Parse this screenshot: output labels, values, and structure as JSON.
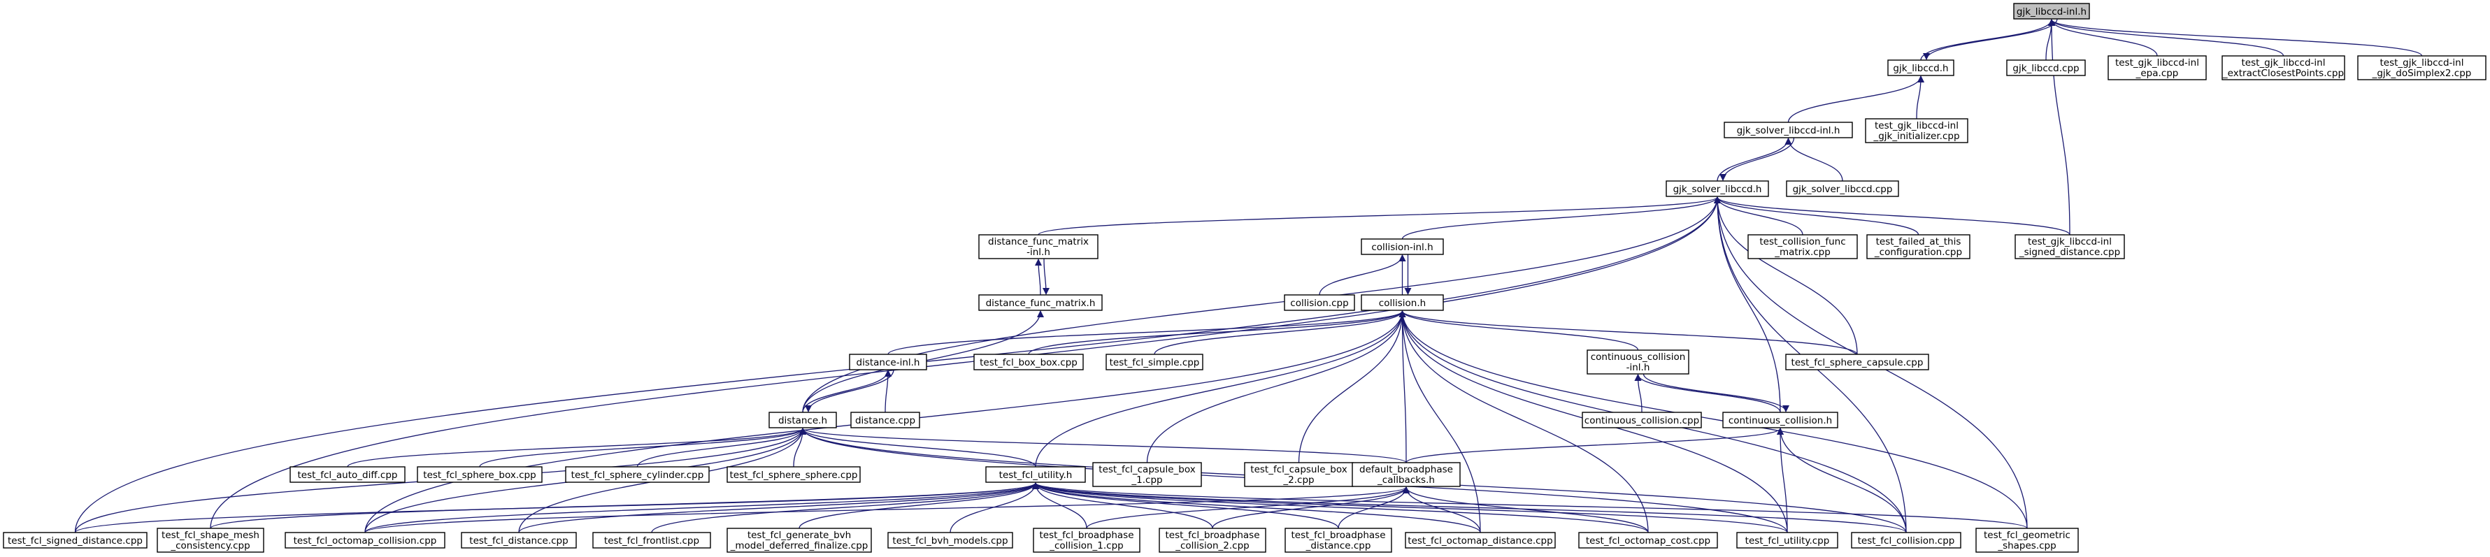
{
  "nodes": [
    {
      "id": "root",
      "lines": [
        "gjk_libccd-inl.h"
      ]
    },
    {
      "id": "gjk_libccd_h",
      "lines": [
        "gjk_libccd.h"
      ]
    },
    {
      "id": "gjk_libccd_cpp",
      "lines": [
        "gjk_libccd.cpp"
      ]
    },
    {
      "id": "t_epa",
      "lines": [
        "test_gjk_libccd-inl",
        "_epa.cpp"
      ]
    },
    {
      "id": "t_extract",
      "lines": [
        "test_gjk_libccd-inl",
        "_extractClosestPoints.cpp"
      ]
    },
    {
      "id": "t_dosimplex",
      "lines": [
        "test_gjk_libccd-inl",
        "_gjk_doSimplex2.cpp"
      ]
    },
    {
      "id": "gsl_inl",
      "lines": [
        "gjk_solver_libccd-inl.h"
      ]
    },
    {
      "id": "t_init",
      "lines": [
        "test_gjk_libccd-inl",
        "_gjk_initializer.cpp"
      ]
    },
    {
      "id": "gsl_h",
      "lines": [
        "gjk_solver_libccd.h"
      ]
    },
    {
      "id": "gsl_cpp",
      "lines": [
        "gjk_solver_libccd.cpp"
      ]
    },
    {
      "id": "dfm_inl",
      "lines": [
        "distance_func_matrix",
        "-inl.h"
      ]
    },
    {
      "id": "coll_inl",
      "lines": [
        "collision-inl.h"
      ]
    },
    {
      "id": "t_cfm",
      "lines": [
        "test_collision_func",
        "_matrix.cpp"
      ]
    },
    {
      "id": "t_failed",
      "lines": [
        "test_failed_at_this",
        "_configuration.cpp"
      ]
    },
    {
      "id": "t_sd_inl",
      "lines": [
        "test_gjk_libccd-inl",
        "_signed_distance.cpp"
      ]
    },
    {
      "id": "dfm_h",
      "lines": [
        "distance_func_matrix.h"
      ]
    },
    {
      "id": "coll_cpp",
      "lines": [
        "collision.cpp"
      ]
    },
    {
      "id": "coll_h",
      "lines": [
        "collision.h"
      ]
    },
    {
      "id": "dist_inl",
      "lines": [
        "distance-inl.h"
      ]
    },
    {
      "id": "t_boxbox",
      "lines": [
        "test_fcl_box_box.cpp"
      ]
    },
    {
      "id": "t_simple",
      "lines": [
        "test_fcl_simple.cpp"
      ]
    },
    {
      "id": "cc_inl",
      "lines": [
        "continuous_collision",
        "-inl.h"
      ]
    },
    {
      "id": "t_sphcap",
      "lines": [
        "test_fcl_sphere_capsule.cpp"
      ]
    },
    {
      "id": "dist_h",
      "lines": [
        "distance.h"
      ]
    },
    {
      "id": "dist_cpp",
      "lines": [
        "distance.cpp"
      ]
    },
    {
      "id": "cc_cpp",
      "lines": [
        "continuous_collision.cpp"
      ]
    },
    {
      "id": "cc_h",
      "lines": [
        "continuous_collision.h"
      ]
    },
    {
      "id": "t_autodiff",
      "lines": [
        "test_fcl_auto_diff.cpp"
      ]
    },
    {
      "id": "t_sphbox",
      "lines": [
        "test_fcl_sphere_box.cpp"
      ]
    },
    {
      "id": "t_sphcyl",
      "lines": [
        "test_fcl_sphere_cylinder.cpp"
      ]
    },
    {
      "id": "t_sphsph",
      "lines": [
        "test_fcl_sphere_sphere.cpp"
      ]
    },
    {
      "id": "util_h",
      "lines": [
        "test_fcl_utility.h"
      ]
    },
    {
      "id": "t_capbox1",
      "lines": [
        "test_fcl_capsule_box",
        "_1.cpp"
      ]
    },
    {
      "id": "t_capbox2",
      "lines": [
        "test_fcl_capsule_box",
        "_2.cpp"
      ]
    },
    {
      "id": "dbc_h",
      "lines": [
        "default_broadphase",
        "_callbacks.h"
      ]
    },
    {
      "id": "t_sd",
      "lines": [
        "test_fcl_signed_distance.cpp"
      ]
    },
    {
      "id": "t_shapemesh",
      "lines": [
        "test_fcl_shape_mesh",
        "_consistency.cpp"
      ]
    },
    {
      "id": "t_octcoll",
      "lines": [
        "test_fcl_octomap_collision.cpp"
      ]
    },
    {
      "id": "t_distance",
      "lines": [
        "test_fcl_distance.cpp"
      ]
    },
    {
      "id": "t_frontlist",
      "lines": [
        "test_fcl_frontlist.cpp"
      ]
    },
    {
      "id": "t_genbvh",
      "lines": [
        "test_fcl_generate_bvh",
        "_model_deferred_finalize.cpp"
      ]
    },
    {
      "id": "t_bvh",
      "lines": [
        "test_fcl_bvh_models.cpp"
      ]
    },
    {
      "id": "t_bpc1",
      "lines": [
        "test_fcl_broadphase",
        "_collision_1.cpp"
      ]
    },
    {
      "id": "t_bpc2",
      "lines": [
        "test_fcl_broadphase",
        "_collision_2.cpp"
      ]
    },
    {
      "id": "t_bpd",
      "lines": [
        "test_fcl_broadphase",
        "_distance.cpp"
      ]
    },
    {
      "id": "t_octdist",
      "lines": [
        "test_fcl_octomap_distance.cpp"
      ]
    },
    {
      "id": "t_octcost",
      "lines": [
        "test_fcl_octomap_cost.cpp"
      ]
    },
    {
      "id": "t_utilcpp",
      "lines": [
        "test_fcl_utility.cpp"
      ]
    },
    {
      "id": "t_coll",
      "lines": [
        "test_fcl_collision.cpp"
      ]
    },
    {
      "id": "t_geom",
      "lines": [
        "test_fcl_geometric",
        "_shapes.cpp"
      ]
    }
  ],
  "edges": [
    [
      "gjk_libccd_h",
      "root"
    ],
    [
      "gjk_libccd_cpp",
      "root"
    ],
    [
      "t_epa",
      "root"
    ],
    [
      "t_extract",
      "root"
    ],
    [
      "t_dosimplex",
      "root"
    ],
    [
      "t_sd_inl",
      "root"
    ],
    [
      "root",
      "gjk_libccd_h"
    ],
    [
      "gsl_inl",
      "gjk_libccd_h"
    ],
    [
      "t_init",
      "gjk_libccd_h"
    ],
    [
      "gsl_h",
      "gsl_inl"
    ],
    [
      "gsl_inl",
      "gsl_h"
    ],
    [
      "gsl_cpp",
      "gsl_inl"
    ],
    [
      "dfm_inl",
      "gsl_h"
    ],
    [
      "coll_inl",
      "gsl_h"
    ],
    [
      "t_cfm",
      "gsl_h"
    ],
    [
      "t_failed",
      "gsl_h"
    ],
    [
      "t_sd_inl",
      "gsl_h"
    ],
    [
      "dist_h",
      "gsl_h"
    ],
    [
      "t_shapemesh",
      "gsl_h"
    ],
    [
      "t_sd",
      "gsl_h"
    ],
    [
      "t_sphcap",
      "gsl_h"
    ],
    [
      "cc_h",
      "gsl_h"
    ],
    [
      "t_coll",
      "gsl_h"
    ],
    [
      "t_geom",
      "gsl_h"
    ],
    [
      "dfm_h",
      "dfm_inl"
    ],
    [
      "dfm_inl",
      "dfm_h"
    ],
    [
      "dist_h",
      "dfm_h"
    ],
    [
      "coll_h",
      "coll_inl"
    ],
    [
      "coll_inl",
      "coll_h"
    ],
    [
      "coll_cpp",
      "coll_inl"
    ],
    [
      "dist_inl",
      "coll_h"
    ],
    [
      "t_boxbox",
      "coll_h"
    ],
    [
      "t_simple",
      "coll_h"
    ],
    [
      "cc_inl",
      "coll_h"
    ],
    [
      "t_sphcap",
      "coll_h"
    ],
    [
      "util_h",
      "coll_h"
    ],
    [
      "t_capbox1",
      "coll_h"
    ],
    [
      "t_capbox2",
      "coll_h"
    ],
    [
      "dbc_h",
      "coll_h"
    ],
    [
      "t_octdist",
      "coll_h"
    ],
    [
      "t_octcost",
      "coll_h"
    ],
    [
      "t_utilcpp",
      "coll_h"
    ],
    [
      "t_coll",
      "coll_h"
    ],
    [
      "t_geom",
      "coll_h"
    ],
    [
      "t_octcoll",
      "coll_h"
    ],
    [
      "dist_h",
      "dist_inl"
    ],
    [
      "dist_inl",
      "dist_h"
    ],
    [
      "dist_cpp",
      "dist_inl"
    ],
    [
      "cc_h",
      "cc_inl"
    ],
    [
      "cc_inl",
      "cc_h"
    ],
    [
      "cc_cpp",
      "cc_inl"
    ],
    [
      "dbc_h",
      "cc_h"
    ],
    [
      "t_utilcpp",
      "cc_h"
    ],
    [
      "t_coll",
      "cc_h"
    ],
    [
      "t_autodiff",
      "dist_h"
    ],
    [
      "t_sphbox",
      "dist_h"
    ],
    [
      "t_sphcyl",
      "dist_h"
    ],
    [
      "t_sphsph",
      "dist_h"
    ],
    [
      "util_h",
      "dist_h"
    ],
    [
      "dbc_h",
      "dist_h"
    ],
    [
      "t_sd",
      "dist_h"
    ],
    [
      "t_octcoll",
      "dist_h"
    ],
    [
      "t_distance",
      "dist_h"
    ],
    [
      "t_utilcpp",
      "dist_h"
    ],
    [
      "t_coll",
      "dist_h"
    ],
    [
      "t_sd",
      "util_h"
    ],
    [
      "t_shapemesh",
      "util_h"
    ],
    [
      "t_octcoll",
      "util_h"
    ],
    [
      "t_distance",
      "util_h"
    ],
    [
      "t_frontlist",
      "util_h"
    ],
    [
      "t_genbvh",
      "util_h"
    ],
    [
      "t_bvh",
      "util_h"
    ],
    [
      "t_bpc1",
      "util_h"
    ],
    [
      "t_bpc2",
      "util_h"
    ],
    [
      "t_bpd",
      "util_h"
    ],
    [
      "t_octdist",
      "util_h"
    ],
    [
      "t_octcost",
      "util_h"
    ],
    [
      "t_utilcpp",
      "util_h"
    ],
    [
      "t_coll",
      "util_h"
    ],
    [
      "t_geom",
      "util_h"
    ],
    [
      "t_octcoll",
      "dbc_h"
    ],
    [
      "t_bpc1",
      "dbc_h"
    ],
    [
      "t_bpc2",
      "dbc_h"
    ],
    [
      "t_bpd",
      "dbc_h"
    ],
    [
      "t_octdist",
      "dbc_h"
    ],
    [
      "t_octcost",
      "dbc_h"
    ]
  ]
}
